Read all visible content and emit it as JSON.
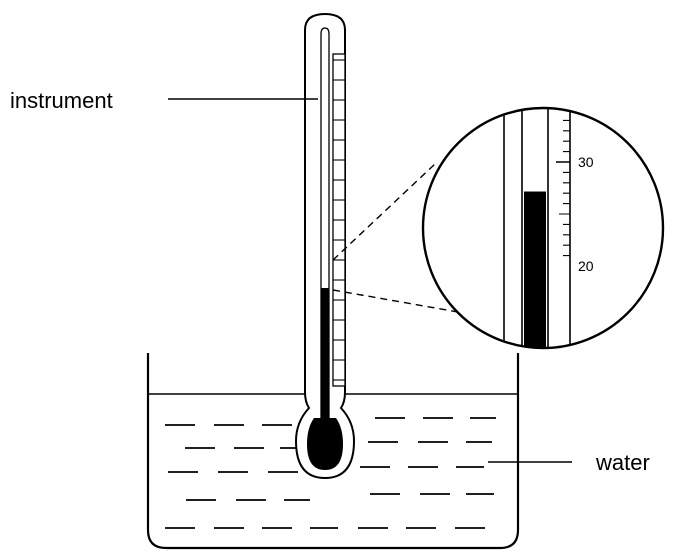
{
  "labels": {
    "instrument": "instrument",
    "water": "water"
  },
  "magnified_scale": {
    "upper_mark": "30",
    "lower_mark": "20",
    "reading_fraction": 0.62
  },
  "colors": {
    "ink": "#000000",
    "paper": "#ffffff"
  }
}
